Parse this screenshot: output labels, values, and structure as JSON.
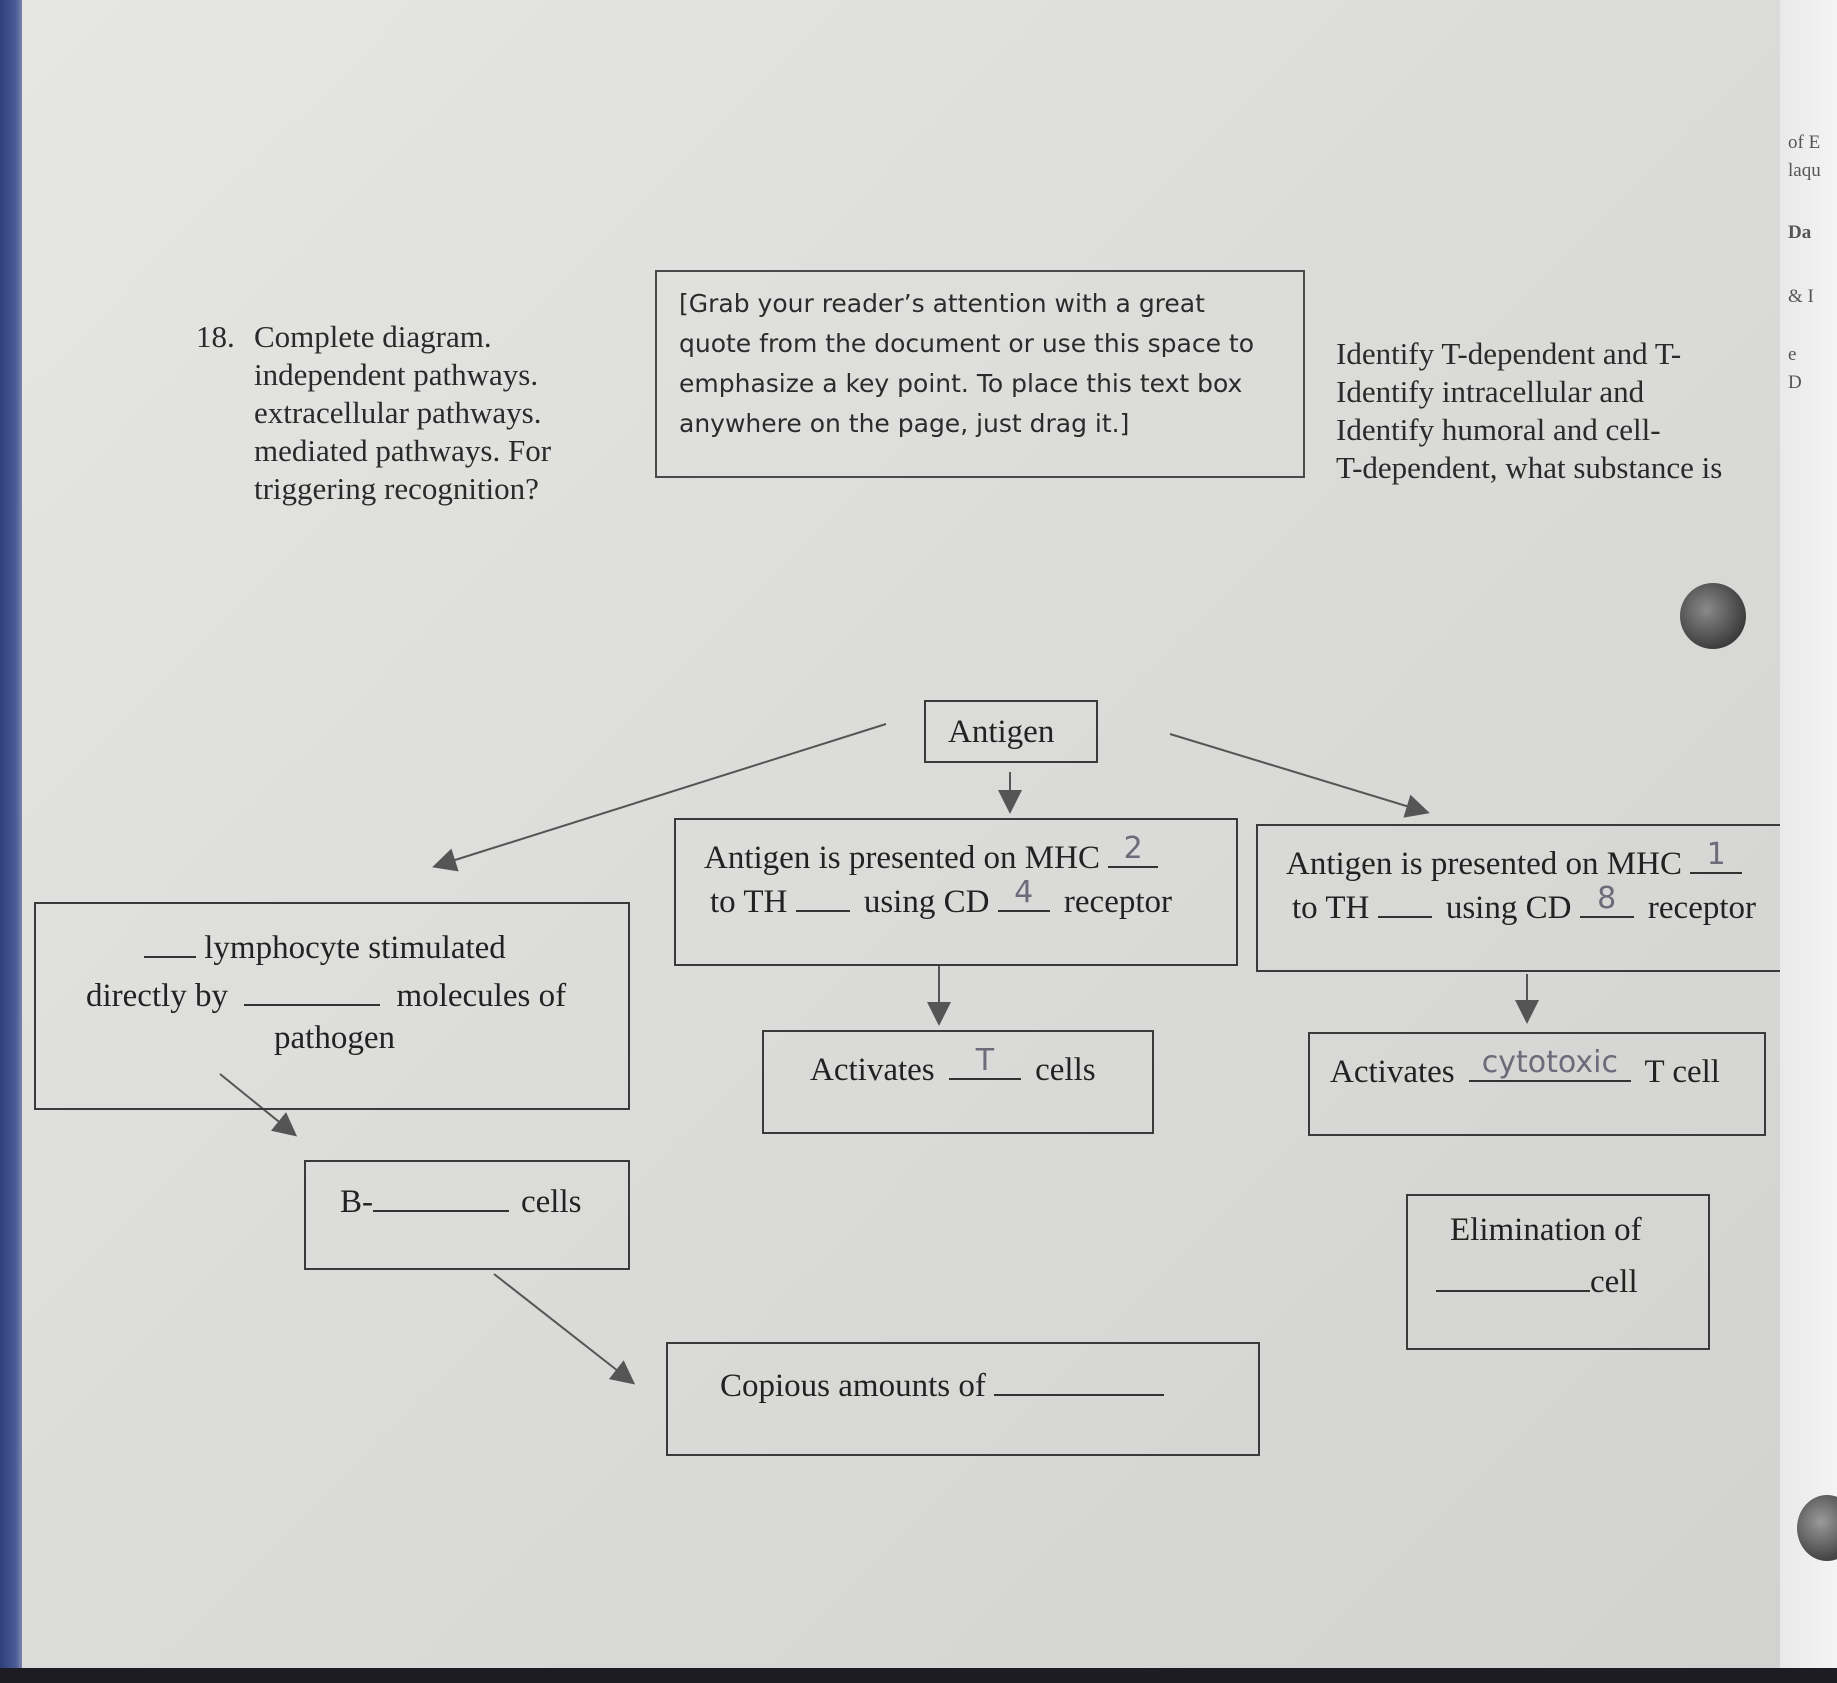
{
  "edge_snippets": [
    "of E",
    "laqu",
    "Da",
    "& I",
    "e",
    "D"
  ],
  "question": {
    "number": "18.",
    "lines": [
      "Complete diagram.",
      "independent pathways.",
      "extracellular pathways.",
      "mediated pathways. For",
      "triggering recognition?"
    ]
  },
  "quote_box": {
    "lines": [
      "[Grab your reader’s attention with a great",
      "quote from the document or use this space to",
      "emphasize a key point. To place this text box",
      "anywhere on the page, just drag it.]"
    ]
  },
  "instructions_right": {
    "lines": [
      "Identify T-dependent and T-",
      "Identify intracellular and",
      "Identify humoral and cell-",
      "T-dependent, what substance is"
    ]
  },
  "diagram": {
    "antigen": "Antigen",
    "left_box": {
      "line1": "lymphocyte stimulated",
      "line2a": "directly by",
      "line2b": "molecules of",
      "line3": "pathogen"
    },
    "bcells": {
      "prefix": "B-",
      "suffix": "cells"
    },
    "copious": {
      "text": "Copious amounts of"
    },
    "mid_mhc": {
      "l1": "Antigen is presented on MHC",
      "l1_answer": "2",
      "l2a": "to TH",
      "l2b": "using CD",
      "cd_answer": "4",
      "l2c": "receptor"
    },
    "mid_activates": {
      "prefix": "Activates",
      "answer": "T",
      "suffix": "cells"
    },
    "right_mhc": {
      "l1": "Antigen is presented on MHC",
      "l1_answer": "1",
      "l2a": "to TH",
      "l2b": "using CD",
      "cd_answer": "8",
      "l2c": "receptor"
    },
    "right_activates": {
      "prefix": "Activates",
      "answer": "cytotoxic",
      "suffix": "T cell"
    },
    "elimination": {
      "line1": "Elimination of",
      "suffix": "cell"
    }
  }
}
